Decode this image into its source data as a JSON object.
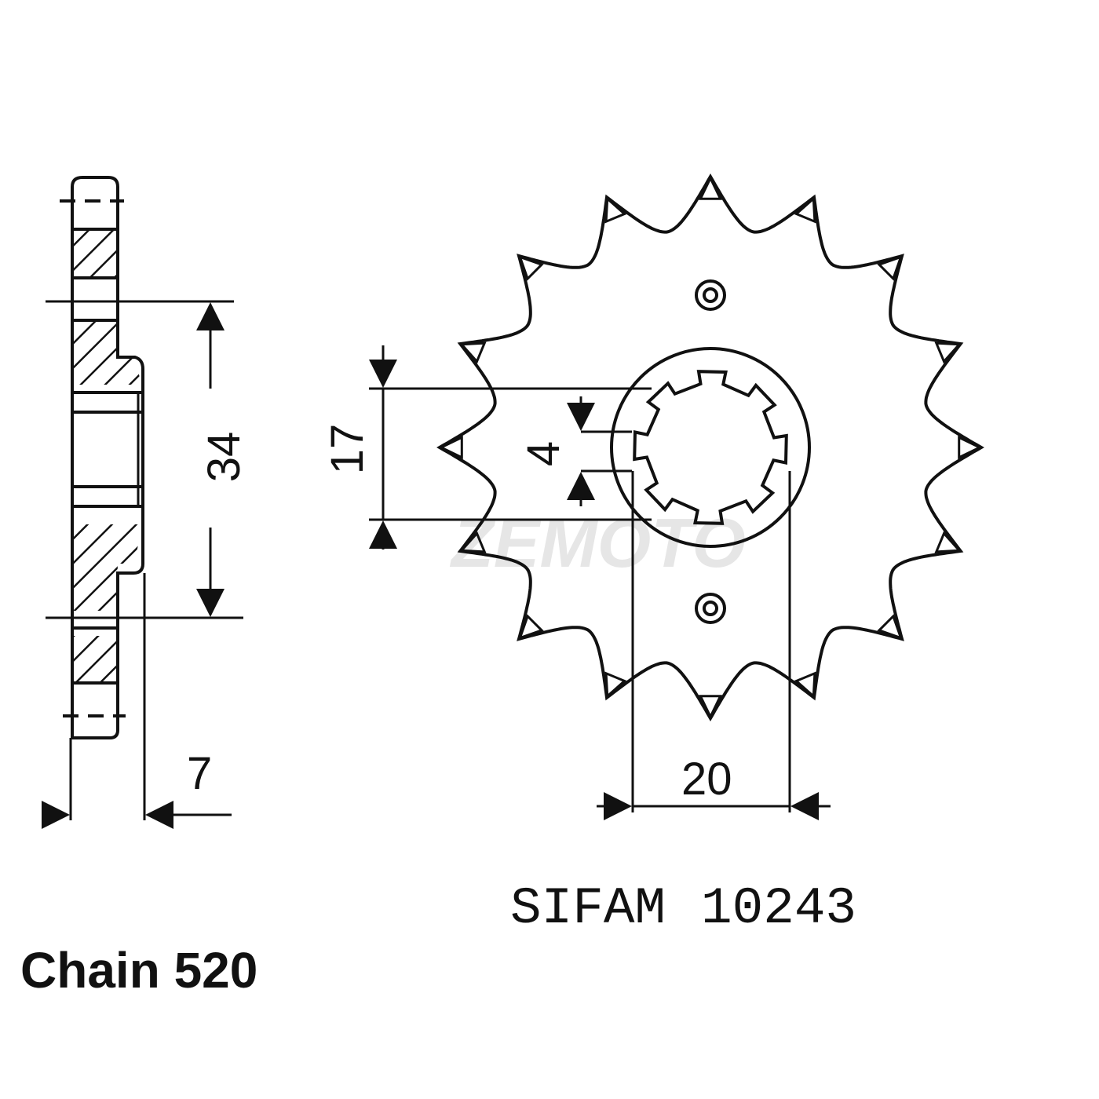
{
  "side_view": {
    "dim_pitch_diameter": "34",
    "dim_width": "7"
  },
  "front_view": {
    "teeth": 16,
    "dim_spline_height": "17",
    "dim_spline_tooth": "4",
    "dim_spline_width": "20"
  },
  "watermark": "ZEMOTO",
  "brand": "SIFAM",
  "part_number": "10243",
  "chain_label": "Chain 520",
  "colors": {
    "line": "#111111",
    "watermark": "#e6e6e6"
  }
}
